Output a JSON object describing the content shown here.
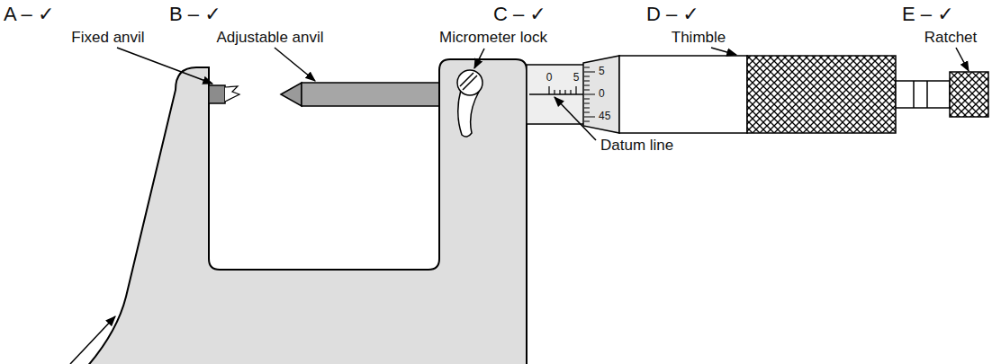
{
  "diagram": {
    "labels": [
      "A – ✓",
      "B – ✓",
      "C – ✓",
      "D – ✓",
      "E – ✓",
      "Fixed anvil",
      "Adjustable anvil",
      "Micrometer lock",
      "Thimble",
      "Ratchet",
      "Datum line",
      "0",
      "5",
      "5",
      "0",
      "45"
    ]
  }
}
